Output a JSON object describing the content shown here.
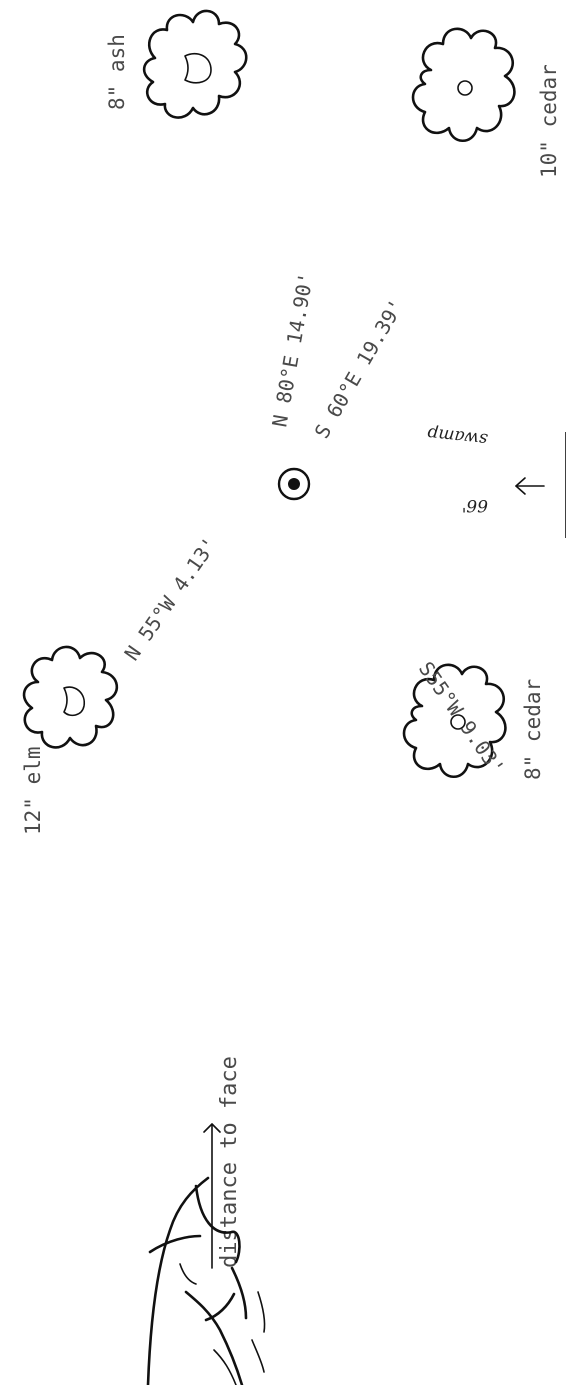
{
  "trees": {
    "ash": {
      "label": "8\" ash"
    },
    "cedar_ne": {
      "label": "10\" cedar"
    },
    "elm": {
      "label": "12\" elm"
    },
    "cedar_sw": {
      "label": "8\" cedar"
    }
  },
  "bearings": {
    "to_ash": "N 80°E 14.90'",
    "to_cedar_ne": "S 60°E 19.39'",
    "to_elm": "N 55°W 4.13'",
    "to_cedar_sw": "S55°W 9.03'"
  },
  "annotations": {
    "swamp_label": "swamp",
    "swamp_distance": "66'",
    "face_label": "distance to face"
  }
}
